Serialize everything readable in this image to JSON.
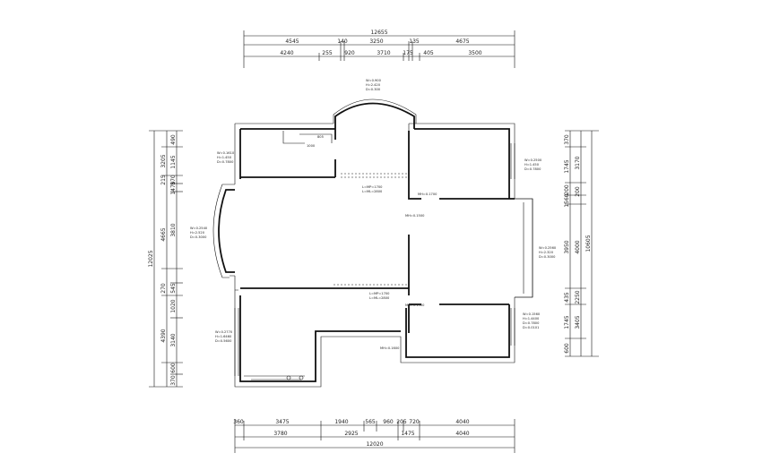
{
  "top_dims": {
    "total": "12655",
    "row1": [
      "4545",
      "140",
      "3250",
      "135",
      "4675"
    ],
    "row2": [
      "4240",
      "255",
      "920",
      "3710",
      "175",
      "405",
      "3500"
    ]
  },
  "bottom_dims": {
    "row1": [
      "360",
      "3475",
      "1940",
      "565",
      "960",
      "205",
      "720",
      "4040"
    ],
    "row2": [
      "3780",
      "2925",
      "1475",
      "4040"
    ],
    "total": "12020"
  },
  "left_dims": {
    "total": "12025",
    "inner": [
      "490",
      "3205",
      "1145",
      "215",
      "570",
      "1470",
      "4665",
      "3810",
      "270",
      "545",
      "1020",
      "4390",
      "3140",
      "600",
      "370"
    ]
  },
  "right_dims": {
    "total": "10605",
    "inner": [
      "370",
      "3170",
      "1745",
      "200",
      "200",
      "1560",
      "3950",
      "4000",
      "435",
      "2250",
      "3405",
      "1745",
      "600"
    ]
  },
  "room_notes": {
    "bay_top": [
      "W=0.900",
      "H=2.420",
      "D=0.300"
    ],
    "top_left": [
      "W=0.1610",
      "H=1.450",
      "D=0.7800"
    ],
    "top_right": [
      "W=0.2500",
      "H=1.450",
      "D=0.7800"
    ],
    "left_bay": [
      "W=0.2540",
      "H=2.520",
      "D=0.3000"
    ],
    "right_mid": [
      "W=0.2560",
      "H=2.320",
      "D=0.3000"
    ],
    "bottom_left": [
      "W=0.2770",
      "H=1.6460",
      "D=0.5600"
    ],
    "bottom_right": [
      "W=0.1560",
      "H=1.4400",
      "D=0.7800",
      "D=0.0101"
    ],
    "door1": "MH=0.1700",
    "door2": "MH=0.1500",
    "door3": "MH=0.1500",
    "door4": "MH=0.1600",
    "beam1": [
      "L=MP=1700",
      "L=ML=2800"
    ],
    "beam2": [
      "L=MP=1700",
      "L=ML=2800"
    ],
    "kitchen_a": "805",
    "kitchen_b": "1000"
  }
}
